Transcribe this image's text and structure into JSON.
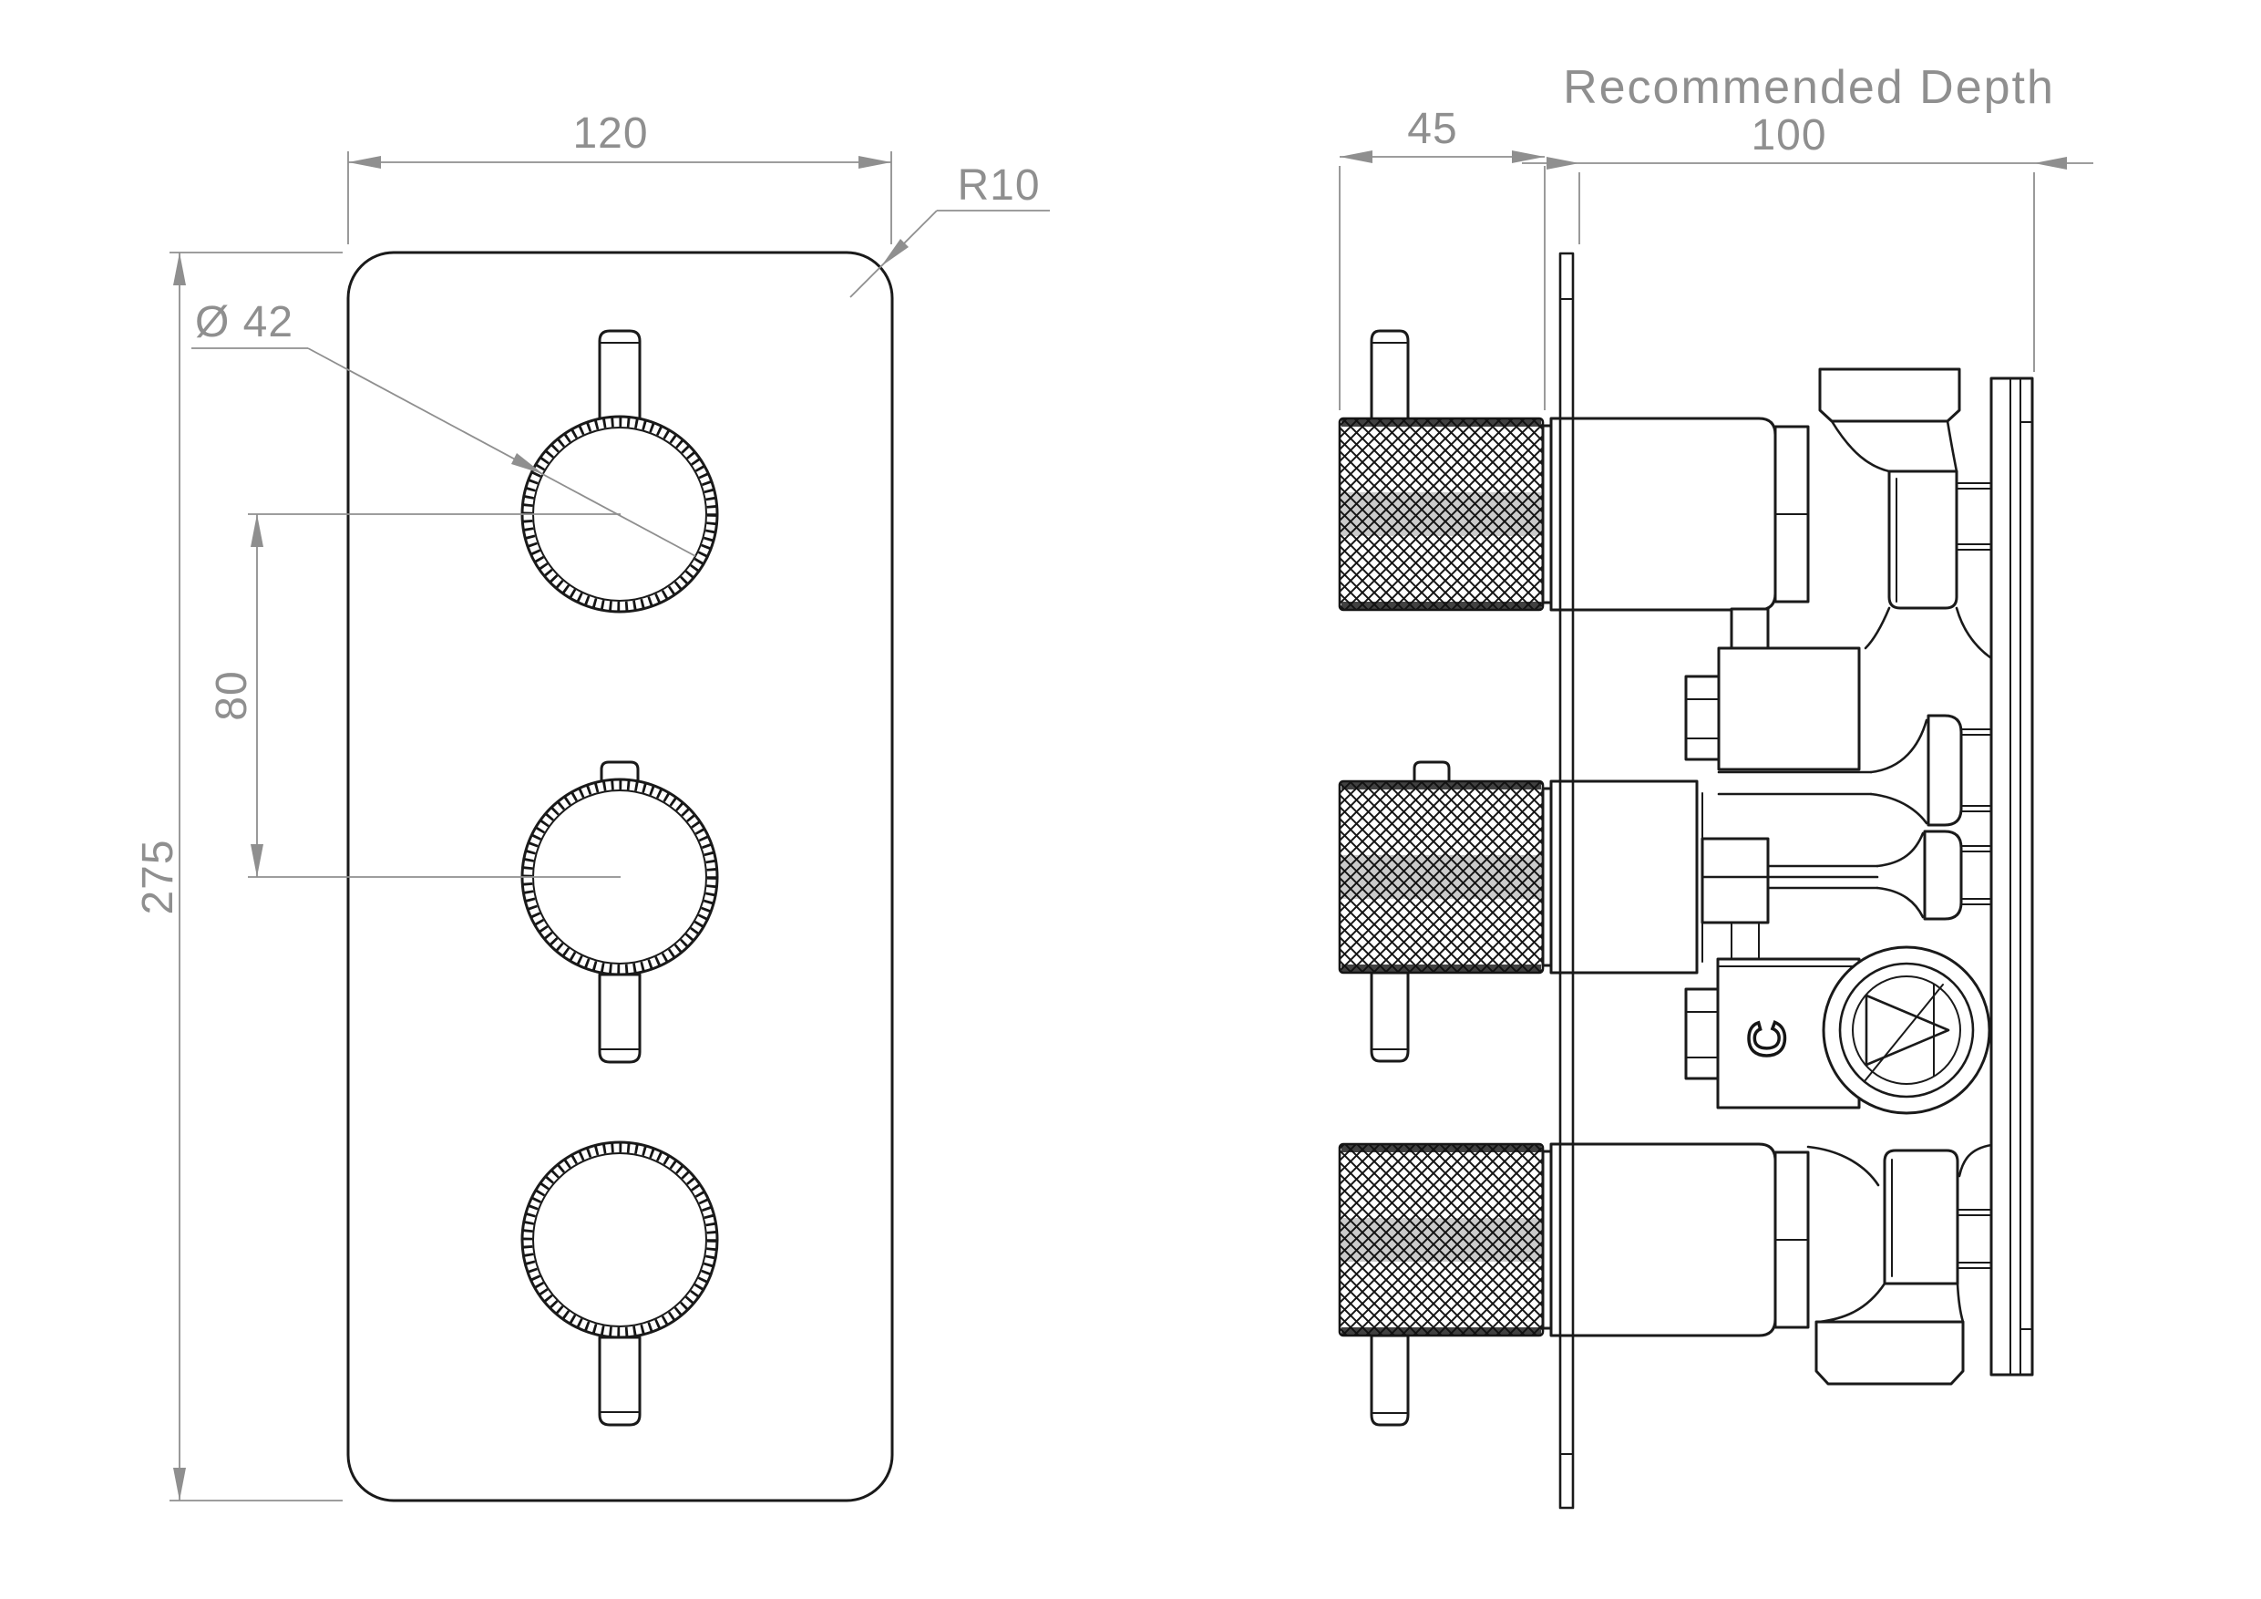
{
  "colors": {
    "line": "#1a1a1a",
    "dimension": "#8f8f8f",
    "background": "#ffffff"
  },
  "front_view": {
    "width_label": "120",
    "height_label": "275",
    "knob_spacing_label": "80",
    "knob_diameter_label": "Ø 42",
    "corner_radius_label": "R10"
  },
  "side_view": {
    "title": "Recommended Depth",
    "handle_projection_label": "45",
    "recommended_depth_label": "100",
    "valve_body_marking": "C"
  }
}
